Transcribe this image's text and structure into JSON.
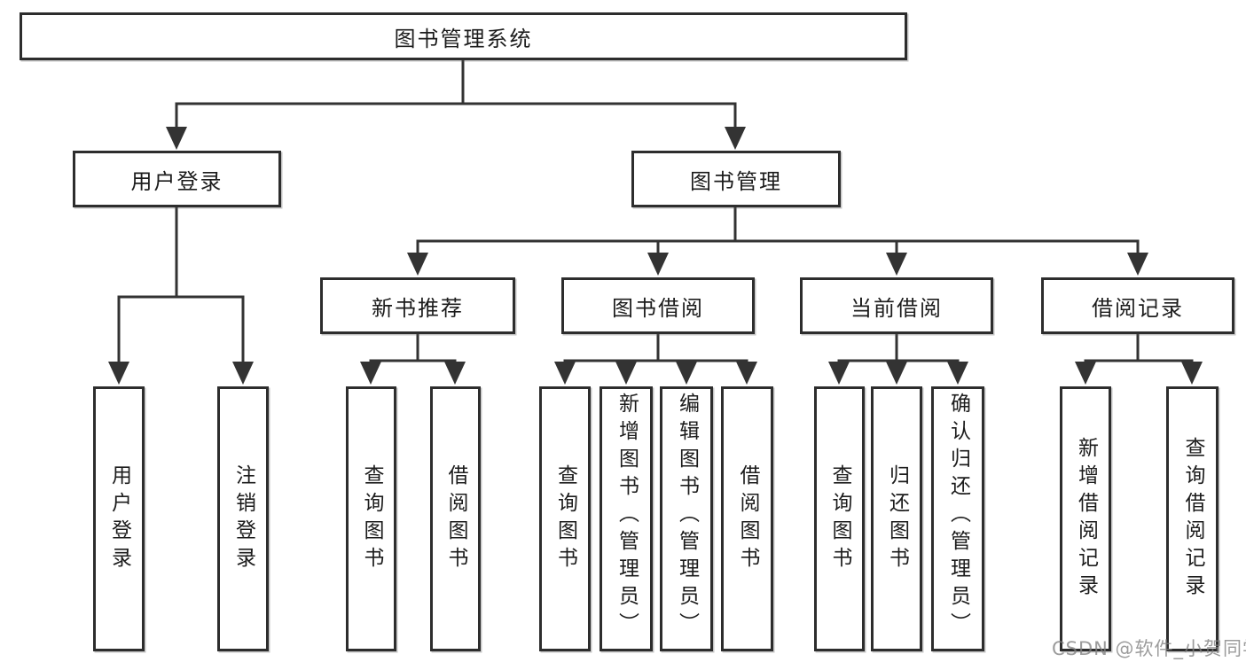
{
  "tree": {
    "label": "图书管理系统",
    "children": [
      {
        "label": "用户登录",
        "children": [
          {
            "label": "用户登录"
          },
          {
            "label": "注销登录"
          }
        ]
      },
      {
        "label": "图书管理",
        "children": [
          {
            "label": "新书推荐",
            "children": [
              {
                "label": "查询图书"
              },
              {
                "label": "借阅图书"
              }
            ]
          },
          {
            "label": "图书借阅",
            "children": [
              {
                "label": "查询图书"
              },
              {
                "label": "新增图书（管理员）"
              },
              {
                "label": "编辑图书（管理员）"
              },
              {
                "label": "借阅图书"
              }
            ]
          },
          {
            "label": "当前借阅",
            "children": [
              {
                "label": "查询图书"
              },
              {
                "label": "归还图书"
              },
              {
                "label": "确认归还（管理员）"
              }
            ]
          },
          {
            "label": "借阅记录",
            "children": [
              {
                "label": "新增借阅记录"
              },
              {
                "label": "查询借阅记录"
              }
            ]
          }
        ]
      }
    ]
  },
  "watermark": {
    "text": "CSDN @软件_小贺同学"
  },
  "colors": {
    "line": "#333333",
    "box_border": "#2d2d2d",
    "text": "#1c1c1c",
    "background": "#ffffff",
    "watermark": "#808080"
  }
}
